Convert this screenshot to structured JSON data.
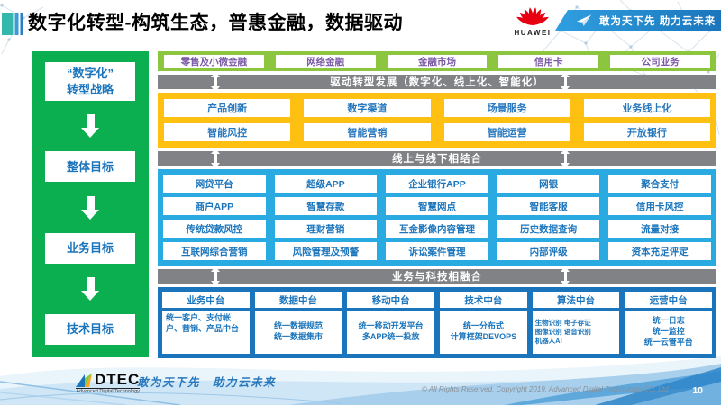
{
  "title": "数字化转型-构筑生态，普惠金融，数据驱动",
  "header": {
    "brand": "HUAWEI",
    "slogan": "敢为天下先 助力云未来"
  },
  "icons": {
    "huawei_logo": "red-flower-petals",
    "paper_plane": "white-paper-plane",
    "flow_arrow": "white-down-block-arrow",
    "exchange_arrow": "white-up-down-arrow",
    "adtec_mark": "tri-color-triangle"
  },
  "sidebar": {
    "items": [
      "“数字化”\n转型战略",
      "整体目标",
      "业务目标",
      "技术目标"
    ]
  },
  "main": {
    "business_lines": [
      "零售及小微金融",
      "网络金融",
      "金融市场",
      "信用卡",
      "公司业务"
    ],
    "bar_drive": "驱动转型发展（数字化、线上化、智能化）",
    "digital_rows": [
      [
        "产品创新",
        "数字渠道",
        "场景服务",
        "业务线上化"
      ],
      [
        "智能风控",
        "智能营销",
        "智能运营",
        "开放银行"
      ]
    ],
    "bar_online_offline": "线上与线下相结合",
    "platform_rows": [
      [
        "网贷平台",
        "超级APP",
        "企业银行APP",
        "网银",
        "聚合支付"
      ],
      [
        "商户APP",
        "智慧存款",
        "智慧网点",
        "智能客服",
        "信用卡风控"
      ],
      [
        "传统贷款风控",
        "理财营销",
        "互金影像内容管理",
        "历史数据查询",
        "流量对接"
      ],
      [
        "互联网综合营销",
        "风险管理及预警",
        "诉讼案件管理",
        "内部评级",
        "资本充足评定"
      ]
    ],
    "bar_tech_fusion": "业务与科技相融合",
    "middle_platforms": [
      {
        "name": "业务中台",
        "desc": "统一客户、支付帐户、营销、产品中台"
      },
      {
        "name": "数据中台",
        "desc": "统一数据规范\n统一数据集市"
      },
      {
        "name": "移动中台",
        "desc": "统一移动开发平台\n多APP统一投放"
      },
      {
        "name": "技术中台",
        "desc": "统一分布式\n计算框架DEVOPS"
      },
      {
        "name": "算法中台",
        "desc": "生物识别 电子存证\n图像识别 语音识别\n机器人AI"
      },
      {
        "name": "运营中台",
        "desc": "统一日志\n统一监控\n统一云管平台"
      }
    ]
  },
  "footer": {
    "logo": "DTEC",
    "logo_sub": "Advanced Digital Technology",
    "slogan": "敢为天下先　助力云未来",
    "copyright": "© All Rights Reserved. Copyright 2019. Advanced Digital Technology CO.,Ltd",
    "page": "10"
  },
  "colors": {
    "green_panel": "#0caf50",
    "green_band": "#8cc63f",
    "purple_text": "#7b5aa6",
    "gray_bar": "#808285",
    "yellow_band": "#ffc012",
    "blue_band": "#29abe2",
    "dark_blue_band": "#1b75bc",
    "huawei_red": "#e60012"
  }
}
